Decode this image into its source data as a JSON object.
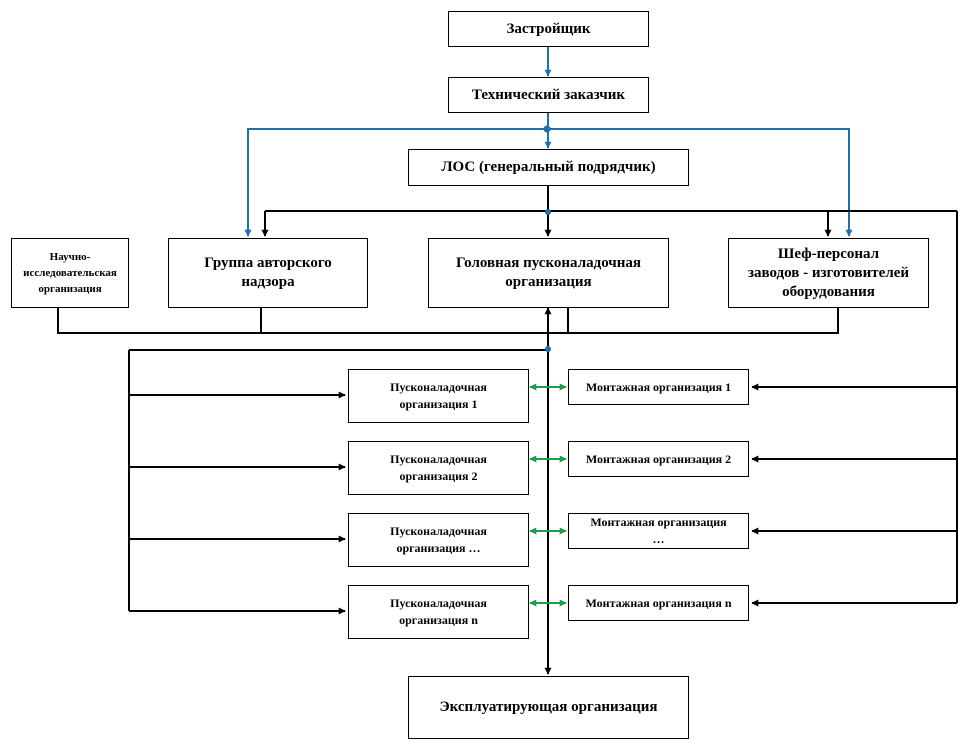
{
  "nodes": {
    "developer": "Застройщик",
    "technical_customer": "Технический заказчик",
    "general_contractor": "ЛОС (генеральный подрядчик)",
    "research_org": "Научно-\nисследовательская\nорганизация",
    "author_supervision": "Группа авторского\nнадзора",
    "lead_commissioning": "Головная пусконаладочная\nорганизация",
    "chief_personnel": "Шеф-персонал\nзаводов - изготовителей\nоборудования",
    "commissioning": [
      "Пусконаладочная\nорганизация 1",
      "Пусконаладочная\nорганизация 2",
      "Пусконаладочная\nорганизация …",
      "Пусконаладочная\nорганизация n"
    ],
    "installation": [
      "Монтажная организация 1",
      "Монтажная организация 2",
      "Монтажная организация\n…",
      "Монтажная организация n"
    ],
    "operating_org": "Эксплуатирующая организация"
  },
  "colors": {
    "primary_link": "#1f6fa8",
    "line": "#000000",
    "bidirectional_link": "#1a9e4a"
  }
}
